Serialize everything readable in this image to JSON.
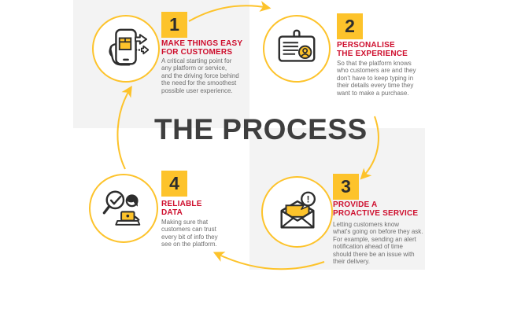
{
  "title": "THE PROCESS",
  "colors": {
    "accent_yellow": "#FDC32B",
    "heading_red": "#CE0E2D",
    "icon_dark": "#2D2D2D",
    "body_gray": "#6E6E6E",
    "background_block_gray": "#F3F3F3",
    "title_gray": "#3E3E3E"
  },
  "icons": {
    "step1": "phone-package-shipping-icon",
    "step2": "id-badge-icon",
    "step3": "envelope-alert-icon",
    "step4": "magnifier-check-person-laptop-icon",
    "alert_exclamation": "!"
  },
  "steps": [
    {
      "number": "1",
      "heading_line1": "MAKE THINGS EASY",
      "heading_line2": "FOR CUSTOMERS",
      "body": "A critical starting point for\nany platform or service,\nand the driving force behind\nthe need for the smoothest\npossible user experience."
    },
    {
      "number": "2",
      "heading_line1": "PERSONALISE",
      "heading_line2": "THE EXPERIENCE",
      "body": "So that the platform knows\nwho customers are and they\ndon't have to keep typing in\ntheir details every time they\nwant to make a purchase."
    },
    {
      "number": "3",
      "heading_line1": "PROVIDE A",
      "heading_line2": "PROACTIVE SERVICE",
      "body": "Letting customers know\nwhat's going on before they ask.\nFor example, sending an alert\nnotification ahead of time\nshould there be an issue with\ntheir delivery."
    },
    {
      "number": "4",
      "heading_line1": "RELIABLE",
      "heading_line2": "DATA",
      "body": "Making sure that\ncustomers can trust\nevery bit of info they\nsee on the platform."
    }
  ]
}
